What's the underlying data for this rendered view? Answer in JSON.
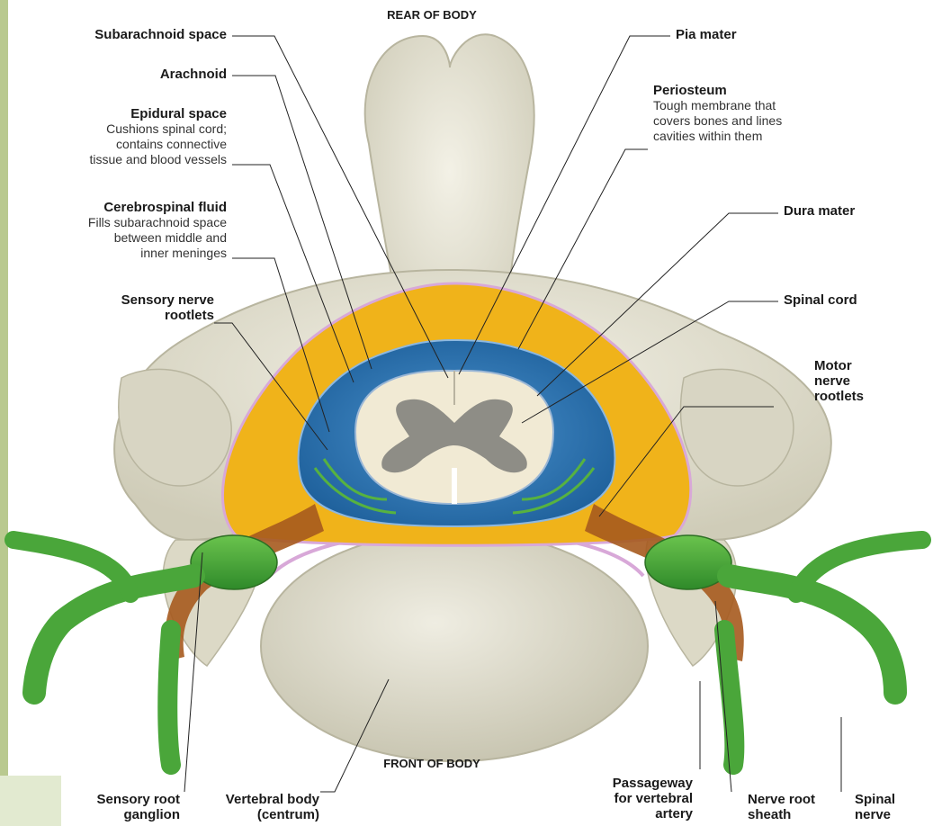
{
  "orientation": {
    "top": "REAR OF BODY",
    "bottom": "FRONT OF BODY"
  },
  "labels": {
    "subarachnoid_space": {
      "title": "Subarachnoid space"
    },
    "arachnoid": {
      "title": "Arachnoid"
    },
    "epidural_space": {
      "title": "Epidural space",
      "desc": "Cushions spinal cord;\ncontains connective\ntissue and blood vessels"
    },
    "cerebrospinal_fluid": {
      "title": "Cerebrospinal fluid",
      "desc": "Fills subarachnoid space\nbetween middle and\ninner meninges"
    },
    "sensory_nerve_rootlets": {
      "title": "Sensory nerve\nrootlets"
    },
    "pia_mater": {
      "title": "Pia mater"
    },
    "periosteum": {
      "title": "Periosteum",
      "desc": "Tough membrane that\ncovers bones and lines\ncavities within them"
    },
    "dura_mater": {
      "title": "Dura mater"
    },
    "spinal_cord": {
      "title": "Spinal cord"
    },
    "motor_nerve_rootlets": {
      "title": "Motor\nnerve\nrootlets"
    },
    "sensory_root_ganglion": {
      "title": "Sensory root\nganglion"
    },
    "vertebral_body": {
      "title": "Vertebral body\n(centrum)"
    },
    "passageway": {
      "title": "Passageway\nfor vertebral\nartery"
    },
    "nerve_root_sheath": {
      "title": "Nerve root\nsheath"
    },
    "spinal_nerve": {
      "title": "Spinal\nnerve"
    }
  },
  "colors": {
    "bone": "#e8e6d6",
    "fat": "#f0b31a",
    "csf": "#2f78b8",
    "cord": "#f1ead4",
    "grey_matter": "#7d7c78",
    "nerve": "#4aa63a",
    "sheath": "#a65a1e",
    "membrane": "#d8a8d8",
    "accent_bar": "#b9c98f"
  }
}
